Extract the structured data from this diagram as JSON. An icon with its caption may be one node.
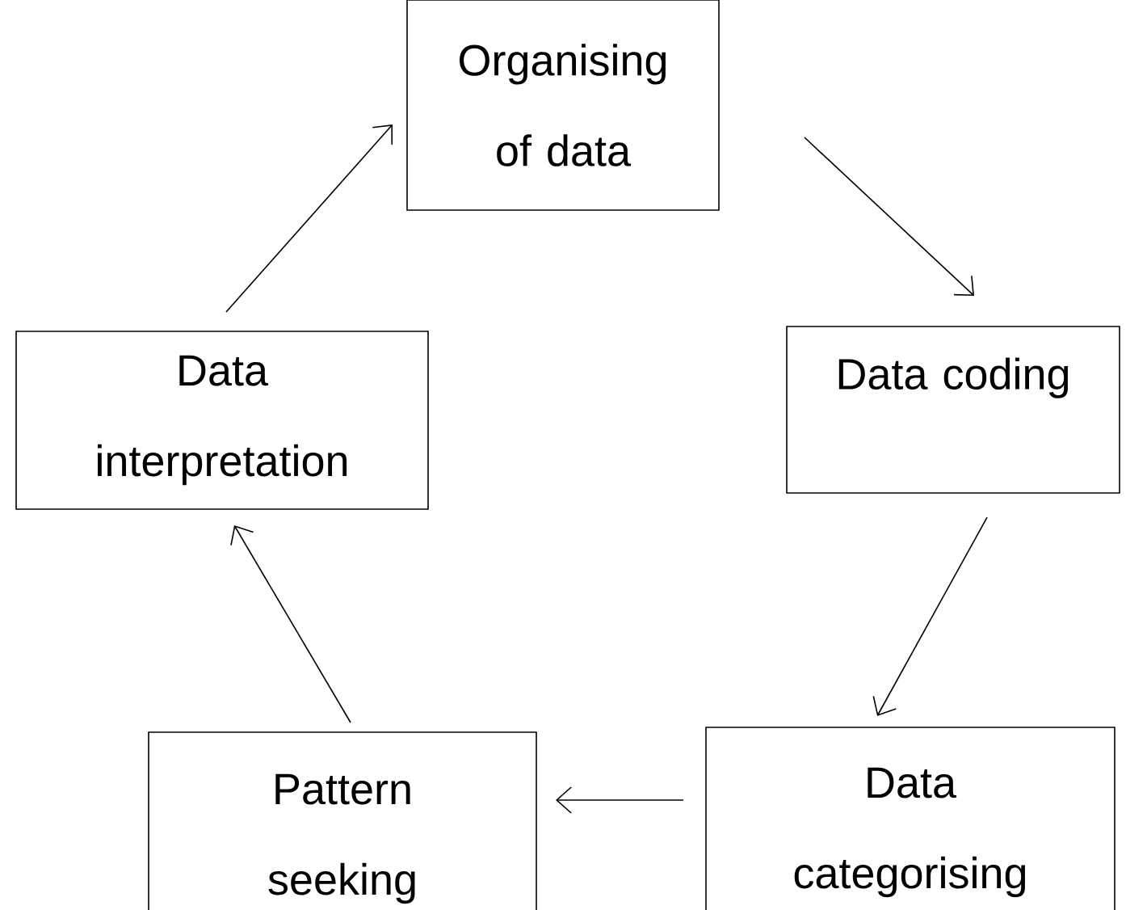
{
  "diagram": {
    "nodes": [
      {
        "text": [
          "Organising of data"
        ]
      },
      {
        "text": [
          "Data coding"
        ]
      },
      {
        "text": [
          "Data interpretation"
        ]
      },
      {
        "text": [
          "Data categorising"
        ]
      },
      {
        "text": [
          "Pattern seeking"
        ]
      }
    ],
    "edges": [
      {
        "from": 0,
        "to": 1,
        "arrow": "to"
      },
      {
        "from": 1,
        "to": 3,
        "arrow": "to"
      },
      {
        "from": 3,
        "to": 4,
        "arrow": "to"
      },
      {
        "from": 4,
        "to": 2,
        "arrow": "to"
      },
      {
        "from": 2,
        "to": 0,
        "arrow": "to"
      }
    ]
  }
}
